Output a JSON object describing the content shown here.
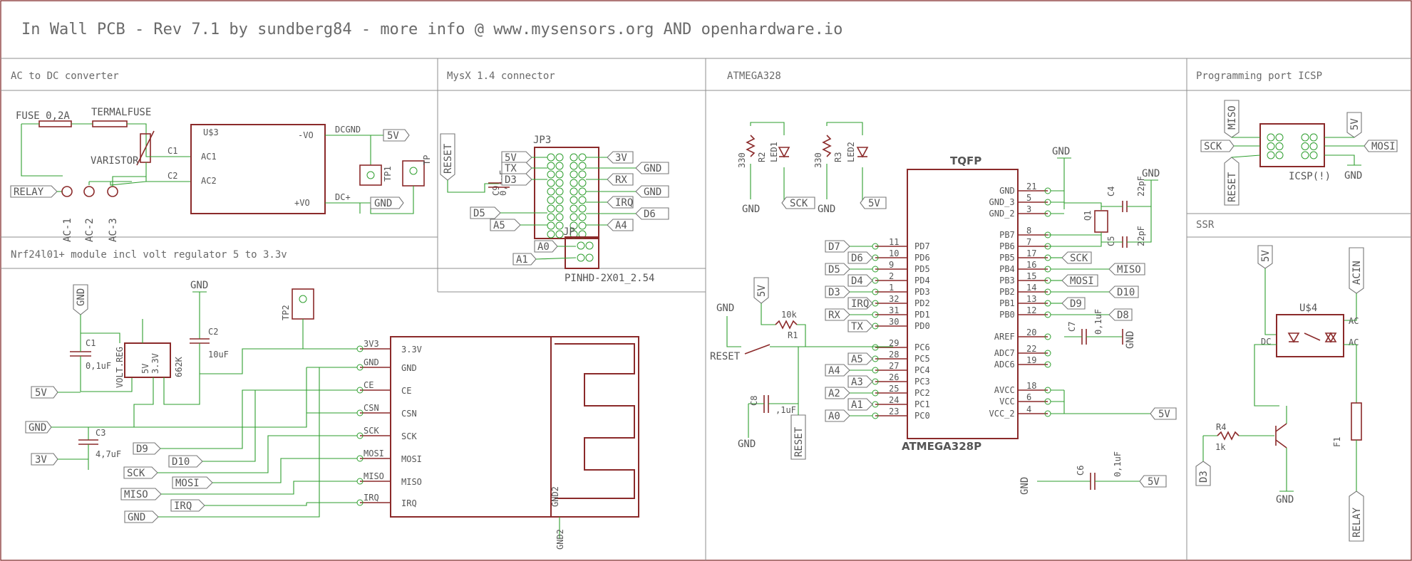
{
  "title": "In Wall PCB - Rev 7.1 by sundberg84 - more info @ www.mysensors.org AND openhardware.io",
  "sections": {
    "ac_dc": "AC to DC converter",
    "mysx": "MysX 1.4 connector",
    "atmega": "ATMEGA328",
    "icsp": "Programming port ICSP",
    "nrf": "Nrf24l01+ module incl volt regulator 5 to 3.3v",
    "ssr": "SSR"
  },
  "ac_dc": {
    "fuse": "FUSE 0,2A",
    "termalfuse": "TERMALFUSE",
    "varistor": "VARISTOR",
    "us3": "U$3",
    "ac1": "AC1",
    "ac2": "AC2",
    "c1": "C1",
    "c2": "C2",
    "minus_vo": "-VO",
    "plus_vo": "+VO",
    "dcgnd": "DCGND",
    "dcplus": "DC+",
    "tp1": "TP1",
    "tp": "TP",
    "flags": {
      "relay": "RELAY",
      "f5v": "5V",
      "gnd": "GND"
    },
    "connectors": [
      "AC-1",
      "AC-2",
      "AC-3"
    ]
  },
  "mysx": {
    "jp3": "JP3",
    "jp": "JP",
    "c9": "C9",
    "c9val": "0,1uF",
    "pinhd": "PINHD-2X01_2.54",
    "left_flags": [
      "5V",
      "TX",
      "D3",
      "D5",
      "A5"
    ],
    "right_flags": [
      "3V",
      "GND",
      "RX",
      "GND",
      "IRQ",
      "D6",
      "A4"
    ],
    "bottom_flags": [
      "A0",
      "A1"
    ],
    "reset": "RESET"
  },
  "atmega": {
    "package": "TQFP",
    "part": "ATMEGA328P",
    "left_pins": [
      {
        "num": "11",
        "name": "PD7",
        "flag": "D7"
      },
      {
        "num": "10",
        "name": "PD6",
        "flag": "D6"
      },
      {
        "num": "9",
        "name": "PD5",
        "flag": "D5"
      },
      {
        "num": "2",
        "name": "PD4",
        "flag": "D4"
      },
      {
        "num": "1",
        "name": "PD3",
        "flag": "D3"
      },
      {
        "num": "32",
        "name": "PD2",
        "flag": "IRQ"
      },
      {
        "num": "31",
        "name": "PD1",
        "flag": "RX"
      },
      {
        "num": "30",
        "name": "PD0",
        "flag": "TX"
      },
      {
        "num": "29",
        "name": "PC6",
        "flag": ""
      },
      {
        "num": "28",
        "name": "PC5",
        "flag": "A5"
      },
      {
        "num": "27",
        "name": "PC4",
        "flag": "A4"
      },
      {
        "num": "26",
        "name": "PC3",
        "flag": "A3"
      },
      {
        "num": "25",
        "name": "PC2",
        "flag": "A2"
      },
      {
        "num": "24",
        "name": "PC1",
        "flag": "A1"
      },
      {
        "num": "23",
        "name": "PC0",
        "flag": "A0"
      }
    ],
    "right_pins": [
      {
        "num": "21",
        "name": "GND"
      },
      {
        "num": "5",
        "name": "GND_3"
      },
      {
        "num": "3",
        "name": "GND_2"
      },
      {
        "num": "8",
        "name": "PB7"
      },
      {
        "num": "7",
        "name": "PB6"
      },
      {
        "num": "17",
        "name": "PB5"
      },
      {
        "num": "16",
        "name": "PB4"
      },
      {
        "num": "15",
        "name": "PB3"
      },
      {
        "num": "14",
        "name": "PB2"
      },
      {
        "num": "13",
        "name": "PB1"
      },
      {
        "num": "12",
        "name": "PB0"
      },
      {
        "num": "20",
        "name": "AREF"
      },
      {
        "num": "22",
        "name": "ADC7"
      },
      {
        "num": "19",
        "name": "ADC6"
      },
      {
        "num": "18",
        "name": "AVCC"
      },
      {
        "num": "6",
        "name": "VCC"
      },
      {
        "num": "4",
        "name": "VCC_2"
      }
    ],
    "right_flags": [
      "SCK",
      "MISO",
      "MOSI",
      "D10",
      "D9",
      "D8"
    ],
    "r2": "R2",
    "r3": "R3",
    "r330a": "330",
    "r330b": "330",
    "led1": "LED1",
    "led2": "LED2",
    "sck": "SCK",
    "f5v": "5V",
    "gnd": "GND",
    "c4": "C4",
    "c4val": "22pF",
    "c5": "C5",
    "c5val": "22pF",
    "q1": "Q1",
    "c7": "C7",
    "c7val": "0,1uF",
    "r1": "R1",
    "r1val": "10k",
    "reset": "RESET",
    "c8": "C8",
    "c8val": ",1uF",
    "c6": "C6",
    "c6val": "0,1uF"
  },
  "icsp": {
    "miso": "MISO",
    "sck": "SCK",
    "reset": "RESET",
    "f5v": "5V",
    "mosi": "MOSI",
    "gnd": "GND",
    "part": "ICSP(!)"
  },
  "nrf": {
    "gnd": "GND",
    "c1": "C1",
    "c1val": "0,1uF",
    "reg": "VOLT.REG",
    "reg_in": "5V",
    "reg_out": "3.3V",
    "reg_part": "662K",
    "c2": "C2",
    "c2val": "10uF",
    "c3": "C3",
    "c3val": "4,7uF",
    "tp2": "TP2",
    "pins": [
      "3.3V",
      "GND",
      "CE",
      "CSN",
      "SCK",
      "MOSI",
      "MISO",
      "IRQ"
    ],
    "nets": [
      "3V3",
      "GND",
      "CE",
      "CSN",
      "SCK",
      "MOSI",
      "MISO",
      "IRQ"
    ],
    "flags_left": [
      "5V",
      "GND",
      "3V"
    ],
    "flags": [
      "D9",
      "D10",
      "SCK",
      "MOSI",
      "MISO",
      "IRQ",
      "GND"
    ],
    "gnd2": "GND2"
  },
  "ssr": {
    "f5v": "5V",
    "acin": "ACIN",
    "part": "U$4",
    "dc_minus": "DC",
    "ac1": "AC",
    "ac2": "AC",
    "r4": "R4",
    "r4val": "1k",
    "d3": "D3",
    "gnd": "GND",
    "f1": "F1",
    "relay": "RELAY"
  }
}
